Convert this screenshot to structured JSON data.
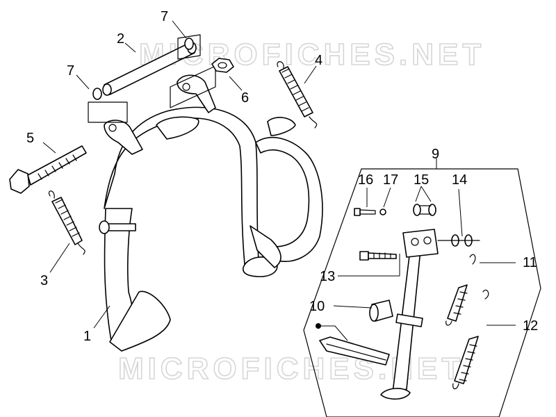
{
  "watermark": "MICROFICHES.NET",
  "callouts": [
    "1",
    "2",
    "3",
    "4",
    "5",
    "6",
    "7",
    "7",
    "9",
    "10",
    "11",
    "12",
    "13",
    "14",
    "15",
    "16",
    "17"
  ]
}
